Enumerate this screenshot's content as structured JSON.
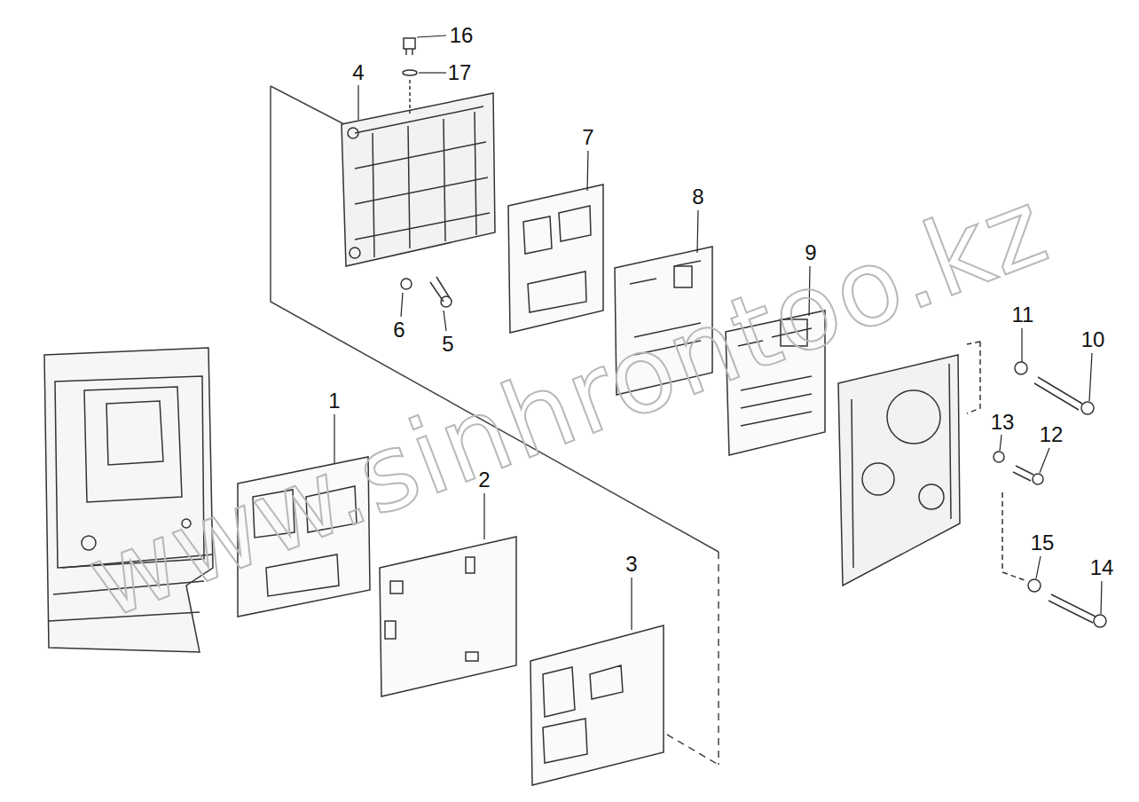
{
  "diagram": {
    "labels": [
      "16",
      "17",
      "4",
      "7",
      "8",
      "9",
      "6",
      "5",
      "11",
      "10",
      "1",
      "13",
      "12",
      "2",
      "15",
      "14",
      "3",
      "www.sinhrontoo.kz"
    ]
  }
}
